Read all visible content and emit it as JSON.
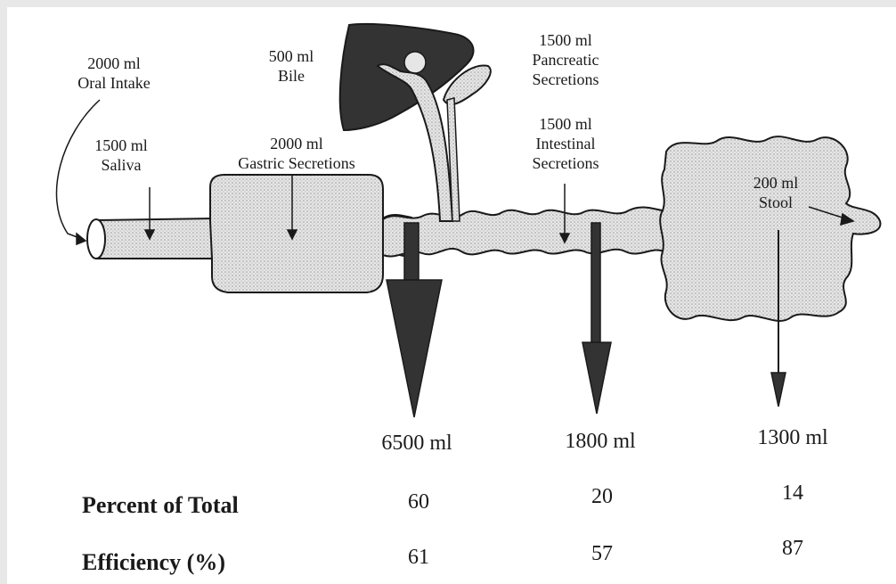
{
  "labels": {
    "oral_intake": {
      "line1": "2000 ml",
      "line2": "Oral Intake"
    },
    "saliva": {
      "line1": "1500 ml",
      "line2": "Saliva"
    },
    "bile": {
      "line1": "500 ml",
      "line2": "Bile"
    },
    "gastric": {
      "line1": "2000 ml",
      "line2": "Gastric Secretions"
    },
    "pancreatic": {
      "line1": "1500 ml",
      "line2": "Pancreatic",
      "line3": "Secretions"
    },
    "intestinal": {
      "line1": "1500 ml",
      "line2": "Intestinal",
      "line3": "Secretions"
    },
    "stool": {
      "line1": "200 ml",
      "line2": "Stool"
    }
  },
  "absorption": {
    "volumes": [
      "6500 ml",
      "1800 ml",
      "1300 ml"
    ],
    "rows": [
      {
        "label": "Percent of Total",
        "values": [
          "60",
          "20",
          "14"
        ]
      },
      {
        "label": "Efficiency (%)",
        "values": [
          "61",
          "57",
          "87"
        ]
      }
    ]
  },
  "colors": {
    "ink": "#1a1a1a",
    "fill": "#d8d8d8",
    "liver": "#333333",
    "frame": "#e8e8e8"
  }
}
